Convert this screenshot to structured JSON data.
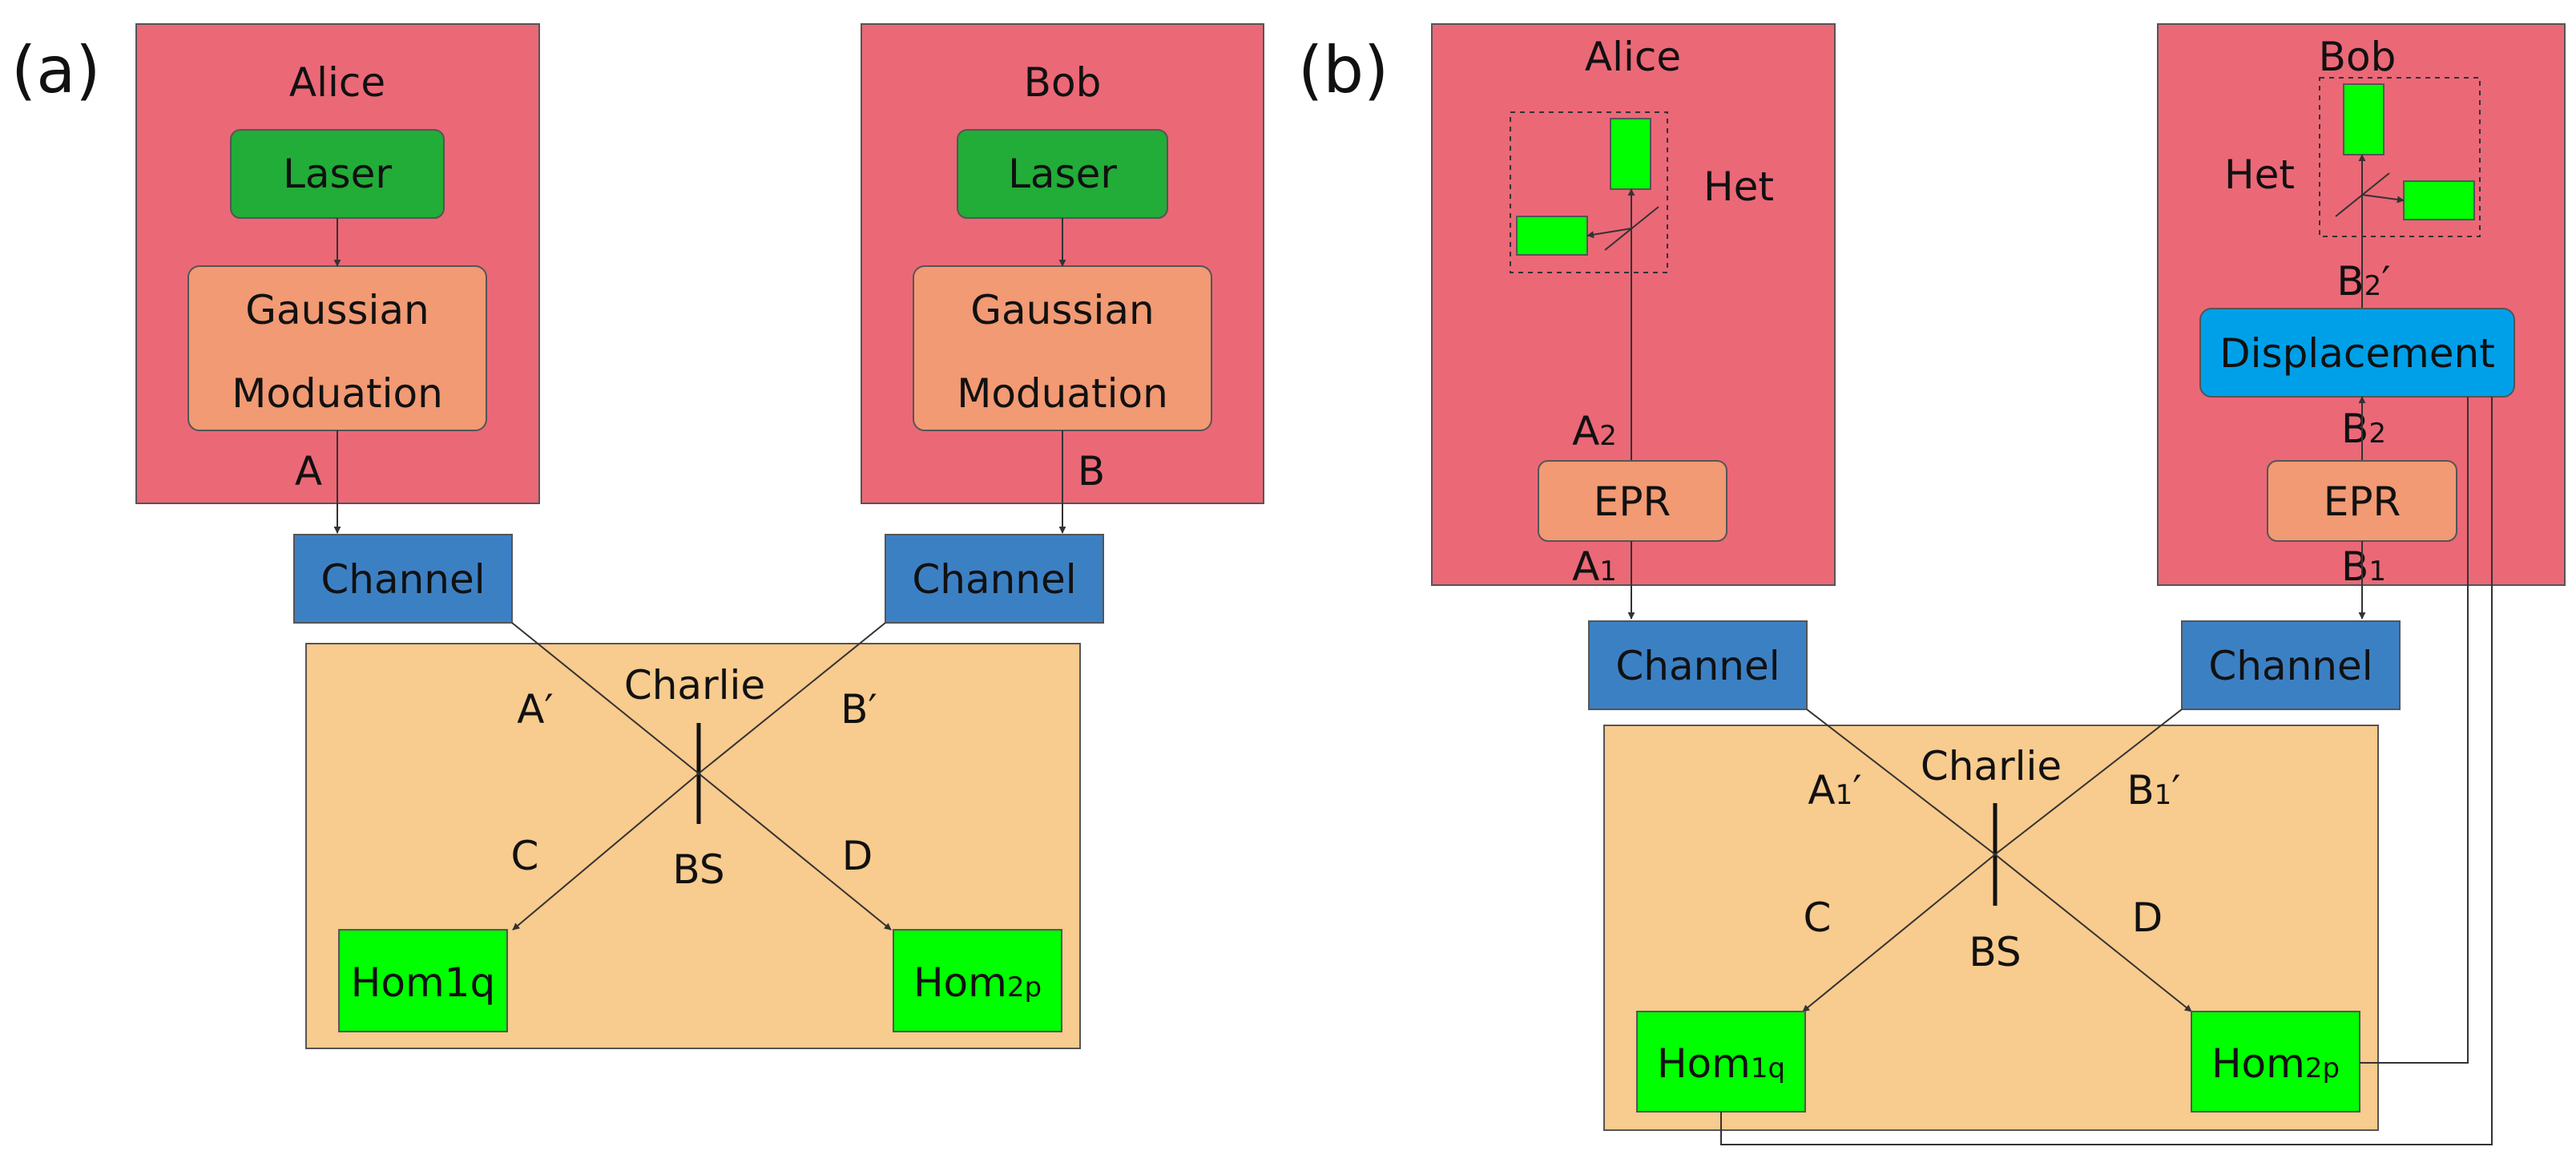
{
  "panel_a": {
    "label": "(a)",
    "alice": {
      "title": "Alice",
      "laser": "Laser",
      "mod_line1": "Gaussian",
      "mod_line2": "Moduation",
      "out": "A"
    },
    "bob": {
      "title": "Bob",
      "laser": "Laser",
      "mod_line1": "Gaussian",
      "mod_line2": "Moduation",
      "out": "B"
    },
    "channel_left": "Channel",
    "channel_right": "Channel",
    "charlie": {
      "title": "Charlie",
      "a_in": "A′",
      "b_in": "B′",
      "c_out": "C",
      "d_out": "D",
      "bs": "BS"
    },
    "hom_left": {
      "base": "Hom",
      "sub": "1q"
    },
    "hom_right": {
      "base": "Hom",
      "sub": "2p"
    }
  },
  "panel_b": {
    "label": "(b)",
    "alice": {
      "title": "Alice",
      "het": "Het",
      "a2": "A",
      "a2_sub": "2",
      "epr": "EPR",
      "a1": "A",
      "a1_sub": "1"
    },
    "bob": {
      "title": "Bob",
      "het": "Het",
      "b2p": "B",
      "b2p_sub": "2",
      "b2p_prime": "′",
      "displacement": "Displacement",
      "b2": "B",
      "b2_sub": "2",
      "epr": "EPR",
      "b1": "B",
      "b1_sub": "1"
    },
    "channel_left": "Channel",
    "channel_right": "Channel",
    "charlie": {
      "title": "Charlie",
      "a_in": "A",
      "a_in_sub": "1",
      "a_in_prime": "′",
      "b_in": "B",
      "b_in_sub": "1",
      "b_in_prime": "′",
      "c_out": "C",
      "d_out": "D",
      "bs": "BS"
    },
    "hom_left": {
      "base": "Hom",
      "sub": "1q"
    },
    "hom_right": {
      "base": "Hom",
      "sub": "2p"
    }
  },
  "colors": {
    "party_red": "#EB6877",
    "charlie_orange": "#F8CB8E",
    "laser_green": "#22AC38",
    "detector_green": "#00FF00",
    "modulation_salmon": "#F19A74",
    "channel_blue": "#3C80C4",
    "displacement_blue": "#00A0E9"
  }
}
